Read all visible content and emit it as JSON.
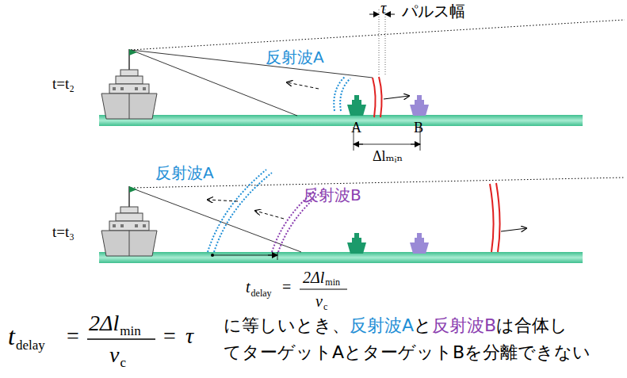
{
  "diagram": {
    "labels": [
      "τ",
      "パルス幅",
      "t=t₂",
      "反射波A",
      "A",
      "B",
      "Δlₘᵢₙ",
      "t=t₃",
      "反射波A",
      "反射波B",
      "t",
      "delay",
      "=",
      "2Δl",
      "min",
      "v",
      "c",
      "t",
      "delay",
      "=",
      "2Δl",
      "min",
      "v",
      "c",
      "=",
      "τ",
      "に等しいとき、",
      "反射波A",
      "と",
      "反射波B",
      "は合体し",
      "てターゲットAとターゲットBを分離できない"
    ]
  }
}
